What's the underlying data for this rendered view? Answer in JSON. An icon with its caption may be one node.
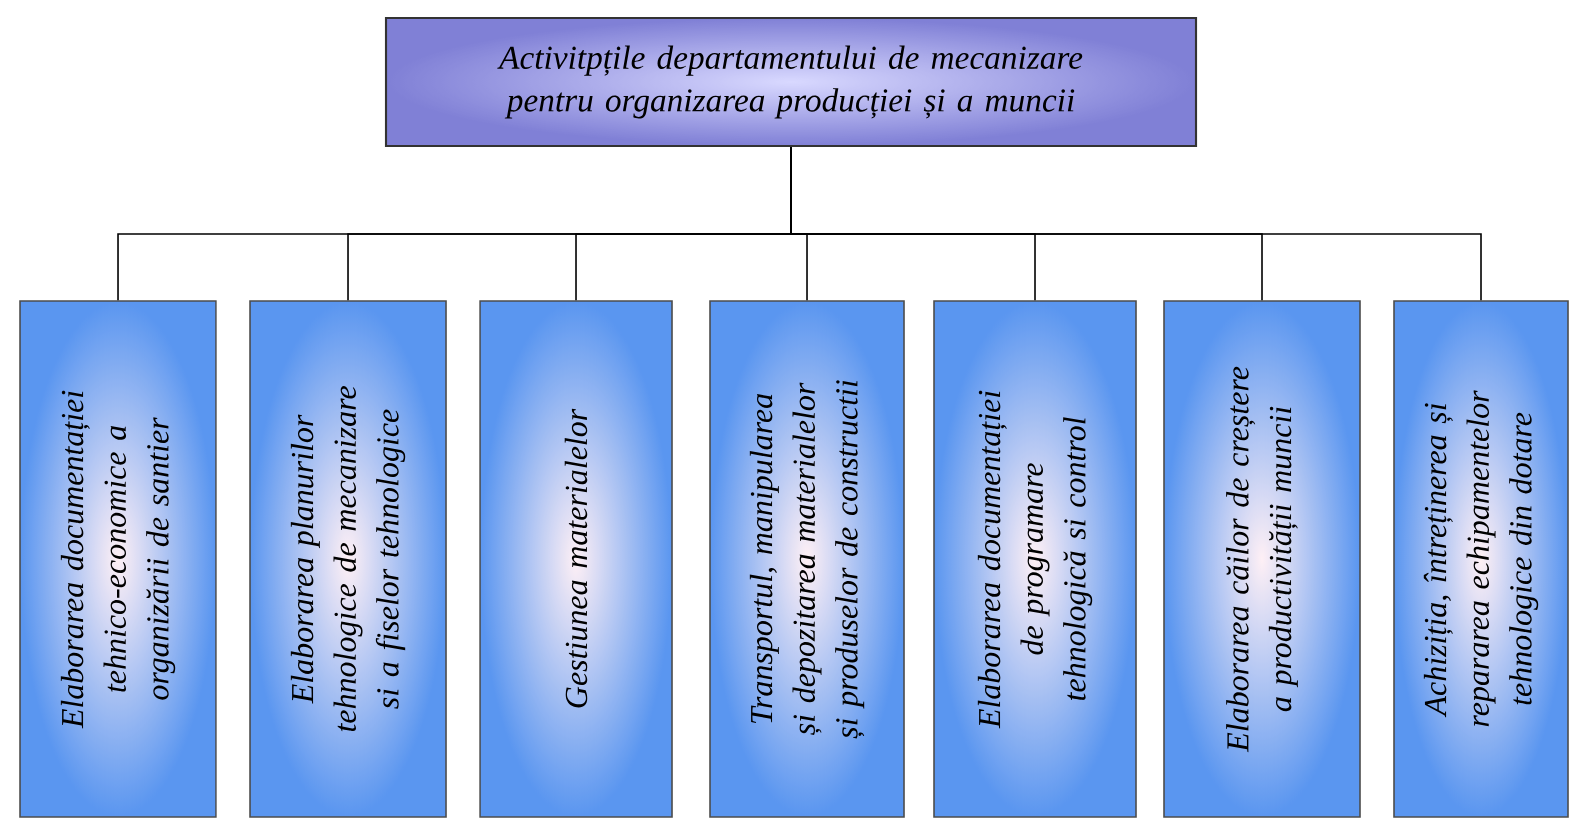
{
  "diagram": {
    "nodes": [
      {
        "text": [
          "Activitpțile departamentului de mecanizare pentru organizarea producției și a muncii"
        ]
      },
      {
        "text": [
          "Elaborarea documentației tehnico-economice a organizării de santier"
        ]
      },
      {
        "text": [
          "Elaborarea planurilor tehnologice de mecanizare si a fiselor tehnologice"
        ]
      },
      {
        "text": [
          "Gestiunea materialelor"
        ]
      },
      {
        "text": [
          "Transportul, manipularea și depozitarea materialelor și produselor de constructii"
        ]
      },
      {
        "text": [
          "Elaborarea documentației de programare tehnologică si control"
        ]
      },
      {
        "text": [
          "Elaborarea căilor de creștere a productivității muncii"
        ]
      },
      {
        "text": [
          "Achiziția, întreținerea și repararea echipamentelor tehnologice din dotare"
        ]
      }
    ],
    "edges": [
      {
        "from": 0,
        "to": 1,
        "arrow": "none"
      },
      {
        "from": 0,
        "to": 2,
        "arrow": "none"
      },
      {
        "from": 0,
        "to": 3,
        "arrow": "none"
      },
      {
        "from": 0,
        "to": 4,
        "arrow": "none"
      },
      {
        "from": 0,
        "to": 5,
        "arrow": "none"
      },
      {
        "from": 0,
        "to": 6,
        "arrow": "none"
      },
      {
        "from": 0,
        "to": 7,
        "arrow": "none"
      }
    ]
  }
}
